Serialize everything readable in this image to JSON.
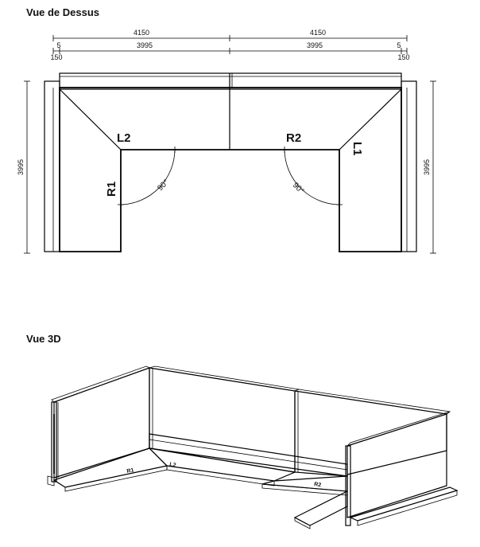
{
  "top_view": {
    "title": "Vue de Dessus",
    "dims": {
      "total_left": "4150",
      "total_right": "4150",
      "inner_left": "3995",
      "inner_right": "3995",
      "gap_left": "5",
      "gap_right": "5",
      "arm_left": "150",
      "arm_right": "150",
      "depth_left": "3995",
      "depth_right": "3995"
    },
    "labels": {
      "l2": "L2",
      "r2": "R2",
      "r1": "R1",
      "l1": "L1",
      "angle_left": "90°",
      "angle_right": "90°"
    }
  },
  "view_3d": {
    "title": "Vue 3D",
    "labels": {
      "r1": "R1",
      "l2": "L2",
      "r2": "R2"
    }
  }
}
